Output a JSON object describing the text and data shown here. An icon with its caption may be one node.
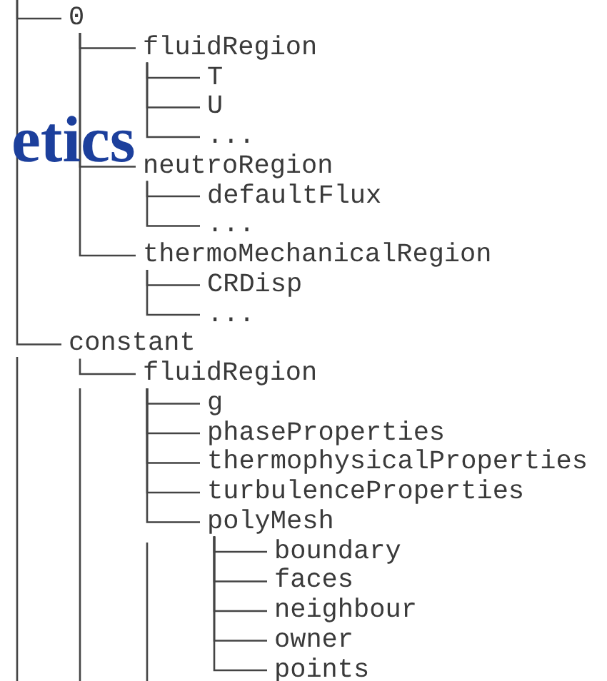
{
  "diagram": {
    "nodes": [
      {
        "text": [
          "0"
        ]
      },
      {
        "text": [
          "fluidRegion"
        ]
      },
      {
        "text": [
          "T"
        ]
      },
      {
        "text": [
          "U"
        ]
      },
      {
        "text": [
          "..."
        ]
      },
      {
        "text": [
          "neutroRegion"
        ]
      },
      {
        "text": [
          "defaultFlux"
        ]
      },
      {
        "text": [
          "..."
        ]
      },
      {
        "text": [
          "thermoMechanicalRegion"
        ]
      },
      {
        "text": [
          "CRDisp"
        ]
      },
      {
        "text": [
          "..."
        ]
      },
      {
        "text": [
          "constant"
        ]
      },
      {
        "text": [
          "fluidRegion"
        ]
      },
      {
        "text": [
          "g"
        ]
      },
      {
        "text": [
          "phaseProperties"
        ]
      },
      {
        "text": [
          "thermophysicalProperties"
        ]
      },
      {
        "text": [
          "turbulenceProperties"
        ]
      },
      {
        "text": [
          "polyMesh"
        ]
      },
      {
        "text": [
          "boundary"
        ]
      },
      {
        "text": [
          "faces"
        ]
      },
      {
        "text": [
          "neighbour"
        ]
      },
      {
        "text": [
          "owner"
        ]
      },
      {
        "text": [
          "points"
        ]
      }
    ],
    "edges": [
      {
        "from": null,
        "to": 0,
        "arrow": "none"
      },
      {
        "from": 0,
        "to": 1,
        "arrow": "none"
      },
      {
        "from": 1,
        "to": 2,
        "arrow": "none"
      },
      {
        "from": 1,
        "to": 3,
        "arrow": "none"
      },
      {
        "from": 1,
        "to": 4,
        "arrow": "none"
      },
      {
        "from": 0,
        "to": 5,
        "arrow": "none"
      },
      {
        "from": 5,
        "to": 6,
        "arrow": "none"
      },
      {
        "from": 5,
        "to": 7,
        "arrow": "none"
      },
      {
        "from": 0,
        "to": 8,
        "arrow": "none"
      },
      {
        "from": 8,
        "to": 9,
        "arrow": "none"
      },
      {
        "from": 8,
        "to": 10,
        "arrow": "none"
      },
      {
        "from": null,
        "to": 11,
        "arrow": "none"
      },
      {
        "from": 11,
        "to": 12,
        "arrow": "none"
      },
      {
        "from": 12,
        "to": 13,
        "arrow": "none"
      },
      {
        "from": 12,
        "to": 14,
        "arrow": "none"
      },
      {
        "from": 12,
        "to": 15,
        "arrow": "none"
      },
      {
        "from": 12,
        "to": 16,
        "arrow": "none"
      },
      {
        "from": 12,
        "to": 17,
        "arrow": "none"
      },
      {
        "from": 17,
        "to": 18,
        "arrow": "none"
      },
      {
        "from": 17,
        "to": 19,
        "arrow": "none"
      },
      {
        "from": 17,
        "to": 20,
        "arrow": "none"
      },
      {
        "from": 17,
        "to": 21,
        "arrow": "none"
      },
      {
        "from": 17,
        "to": 22,
        "arrow": "none"
      }
    ],
    "labels": [
      "etics"
    ]
  }
}
